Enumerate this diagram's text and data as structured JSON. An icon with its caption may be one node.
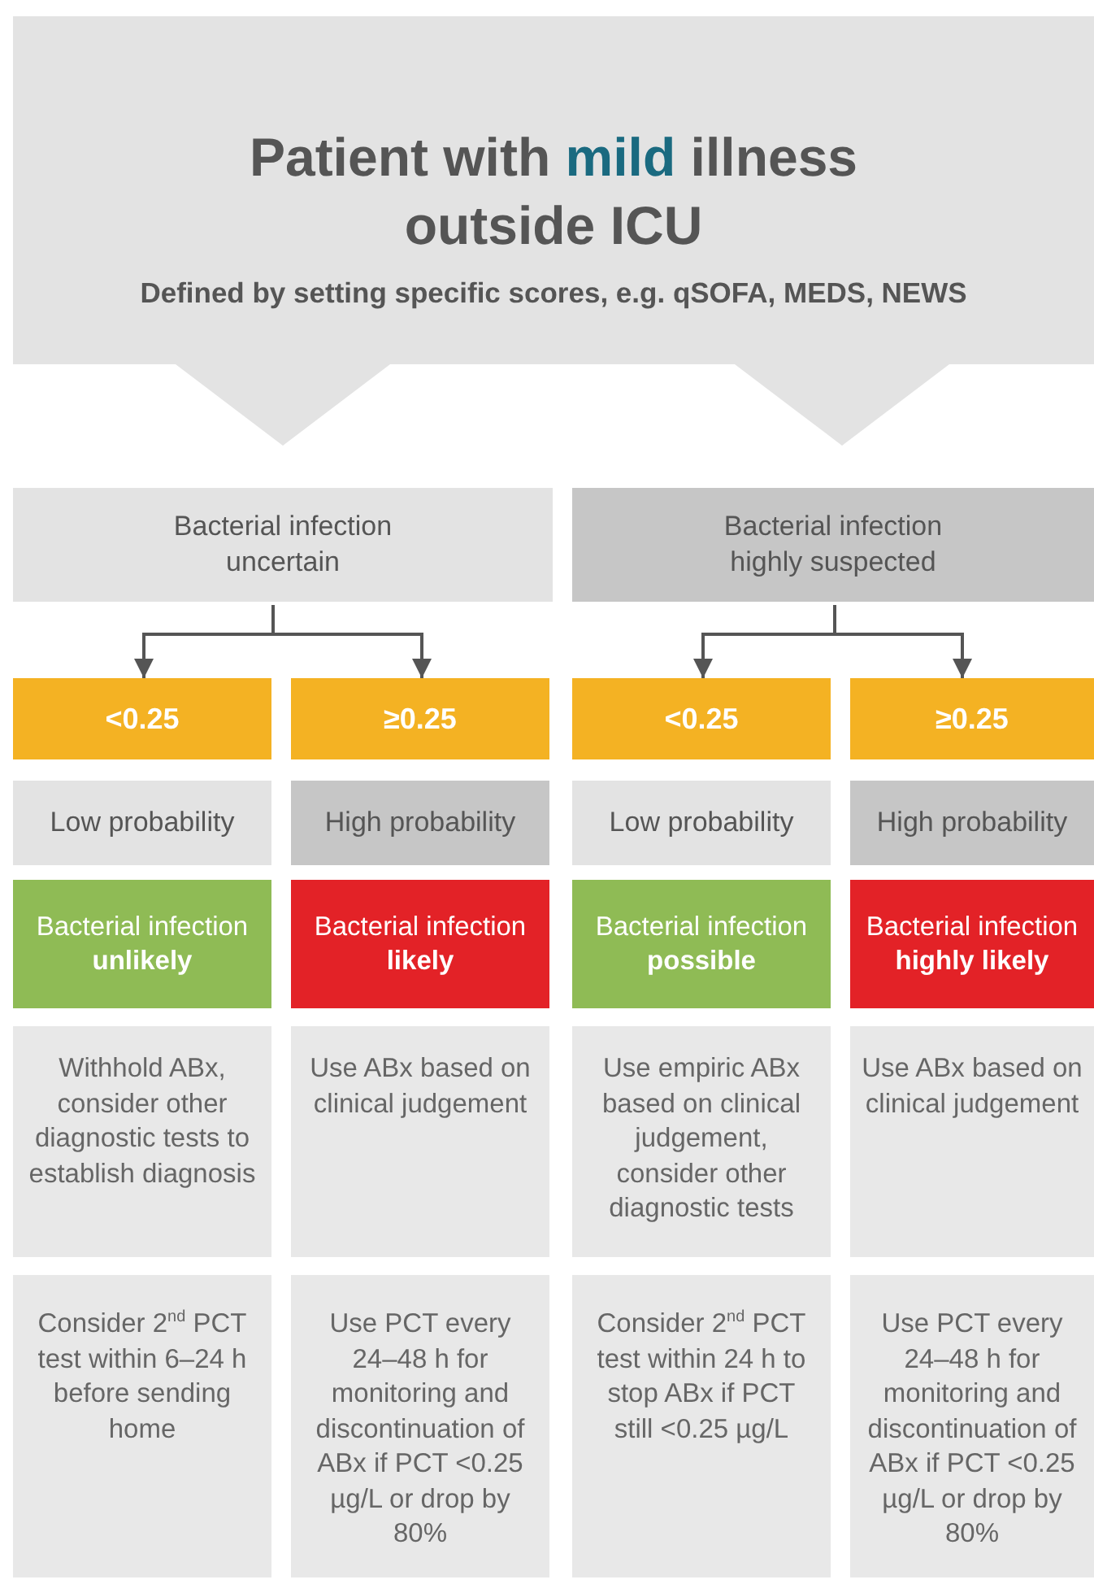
{
  "diagram": {
    "nodes": [
      {
        "text": [
          "Patient with **mild** illness outside ICU",
          "Defined by setting specific scores, e.g. qSOFA, MEDS, NEWS"
        ]
      },
      {
        "text": [
          "Bacterial infection uncertain"
        ]
      },
      {
        "text": [
          "Bacterial infection highly suspected"
        ]
      },
      {
        "text": [
          "<0.25"
        ]
      },
      {
        "text": [
          "≥0.25"
        ]
      },
      {
        "text": [
          "<0.25"
        ]
      },
      {
        "text": [
          "≥0.25"
        ]
      },
      {
        "text": [
          "Low probability"
        ]
      },
      {
        "text": [
          "High probability"
        ]
      },
      {
        "text": [
          "Low probability"
        ]
      },
      {
        "text": [
          "High probability"
        ]
      },
      {
        "text": [
          "Bacterial infection **unlikely**"
        ]
      },
      {
        "text": [
          "Bacterial infection **likely**"
        ]
      },
      {
        "text": [
          "Bacterial infection **possible**"
        ]
      },
      {
        "text": [
          "Bacterial infection **highly likely**"
        ]
      },
      {
        "text": [
          "Withhold ABx, consider other diagnostic tests to establish diagnosis"
        ]
      },
      {
        "text": [
          "Use ABx based on clinical judgement"
        ]
      },
      {
        "text": [
          "Use empiric ABx based on clinical judgement, consider other diagnostic tests"
        ]
      },
      {
        "text": [
          "Use ABx based on clinical judgement"
        ]
      },
      {
        "text": [
          "Consider 2$^{nd}$ PCT test within 6–24 h before sending home"
        ]
      },
      {
        "text": [
          "Use PCT every 24–48 h for monitoring and discontinuation of ABx if PCT <0.25 µg/L or drop by 80%"
        ]
      },
      {
        "text": [
          "Consider 2$^{nd}$ PCT test within 24 h to stop ABx if PCT still <0.25 µg/L"
        ]
      },
      {
        "text": [
          "Use PCT every 24–48 h for monitoring and discontinuation of ABx if PCT <0.25 µg/L or drop by 80%"
        ]
      }
    ],
    "edges": [
      {
        "from": 1,
        "to": 3,
        "arrow": "to"
      },
      {
        "from": 1,
        "to": 4,
        "arrow": "to"
      },
      {
        "from": 2,
        "to": 5,
        "arrow": "to"
      },
      {
        "from": 2,
        "to": 6,
        "arrow": "to"
      }
    ]
  }
}
